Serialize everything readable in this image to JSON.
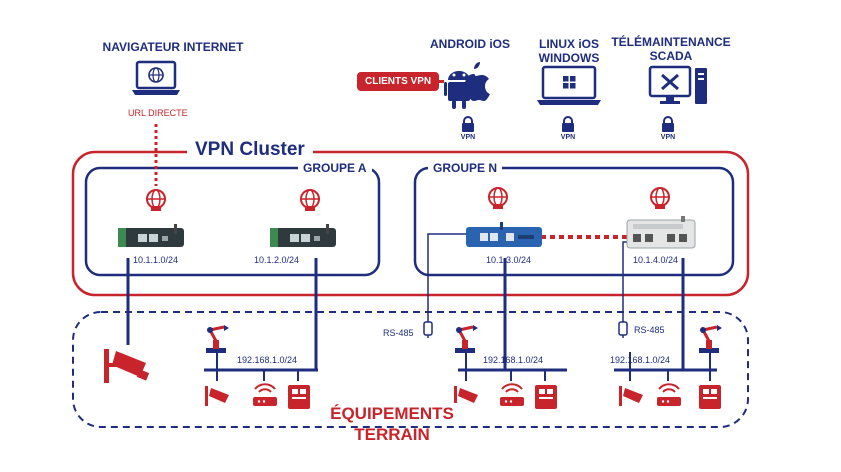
{
  "top": {
    "browser": {
      "title": "NAVIGATEUR INTERNET",
      "link_label": "URL DIRECTE"
    },
    "clients": {
      "label": "CLIENTS VPN"
    },
    "android_ios": {
      "title": "ANDROID iOS",
      "vpn": "VPN"
    },
    "linux": {
      "title_line1": "LINUX iOS",
      "title_line2": "WINDOWS",
      "vpn": "VPN"
    },
    "scada": {
      "title_line1": "TÉLÉMAINTENANCE",
      "title_line2": "SCADA",
      "vpn": "VPN"
    }
  },
  "cluster": {
    "title": "VPN Cluster"
  },
  "groups": [
    {
      "title": "GROUPE A",
      "routers": [
        {
          "ip": "10.1.1.0/24"
        },
        {
          "ip": "10.1.2.0/24"
        }
      ]
    },
    {
      "title": "GROUPE N",
      "routers": [
        {
          "ip": "10.1.3.0/24"
        },
        {
          "ip": "10.1.4.0/24"
        }
      ]
    }
  ],
  "field": {
    "title_line1": "ÉQUIPEMENTS",
    "title_line2": "TERRAIN",
    "networks": [
      {
        "ip": "192.168.1.0/24"
      },
      {
        "ip": "192.168.1.0/24"
      },
      {
        "ip": "192.168.1.0/24"
      }
    ],
    "serial": [
      {
        "label": "RS-485"
      },
      {
        "label": "RS-485"
      }
    ]
  },
  "colors": {
    "navy": "#1e2d7d",
    "red": "#c8242b"
  }
}
